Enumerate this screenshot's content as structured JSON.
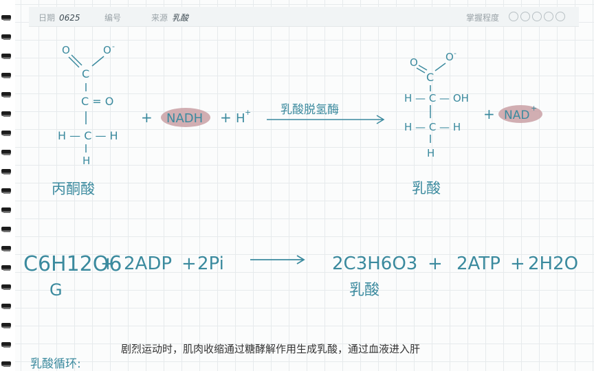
{
  "header": {
    "date_label": "日期",
    "date_value": "0625",
    "number_label": "编号",
    "source_label": "来源",
    "source_value": "乳酸",
    "mastery_label": "掌握程度",
    "mastery_circles": 5
  },
  "pyruvate": {
    "o_left": "O",
    "o_minus": "O",
    "minus": "-",
    "c1": "C",
    "c2": "C = O",
    "c3": "H — C — H",
    "h_bottom": "H",
    "name": "丙酮酸"
  },
  "reaction": {
    "plus1": "+",
    "nadh": "NADH",
    "plus2": "+",
    "h_plus": "H",
    "sup_plus": "+",
    "enzyme": "乳酸脱氢酶",
    "plus3": "+",
    "nad": "NAD",
    "nad_sup": "+"
  },
  "lactate": {
    "o_left": "O",
    "o_minus": "O",
    "minus": "-",
    "c1": "C",
    "c2": "H — C — OH",
    "c3": "H — C — H",
    "h_bottom": "H",
    "name": "乳酸"
  },
  "equation": {
    "glucose": "C6H12O6",
    "plus_a": "+",
    "adp": "2ADP",
    "plus_b": "+",
    "pi": "2Pi",
    "product": "2C3H6O3",
    "plus_c": "+",
    "atp": "2ATP",
    "plus_d": "+",
    "water": "2H2O",
    "glucose_label": "G",
    "product_label": "乳酸"
  },
  "notes": {
    "sentence": "剧烈运动时，肌肉收缩通过糖酵解作用生成乳酸，通过血液进入肝",
    "cycle_label": "乳酸循环:"
  },
  "colors": {
    "ink_teal": "#3b8a9e",
    "highlight_pink": "#c9a0a4",
    "ink_black": "#333333"
  }
}
